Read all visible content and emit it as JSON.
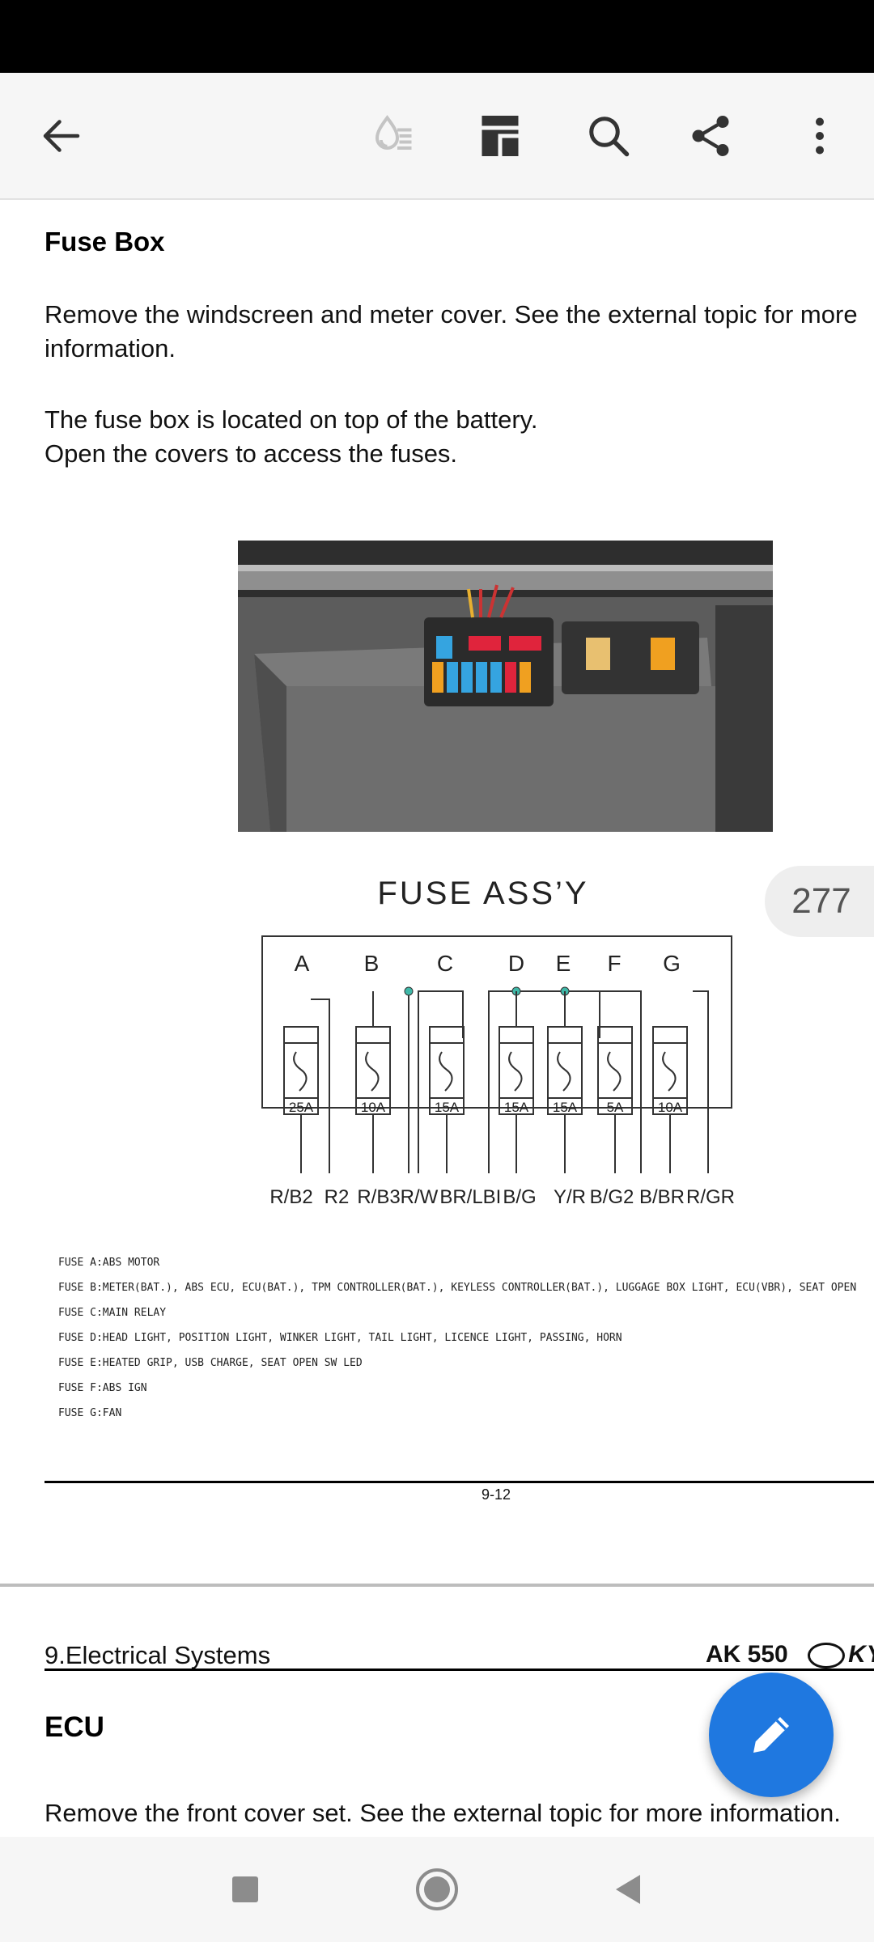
{
  "document": {
    "fuse_box_title": "Fuse Box",
    "para1": "Remove the windscreen and meter cover. See the external topic for more information.",
    "para2": "The fuse box is located on top of the battery.\nOpen the covers to access the fuses.",
    "diagram": {
      "title": "FUSE ASS’Y",
      "column_labels": [
        "A",
        "B",
        "C",
        "D",
        "E",
        "F",
        "G"
      ],
      "fuse_ratings": [
        "25A",
        "10A",
        "15A",
        "15A",
        "15A",
        "5A",
        "10A"
      ],
      "wire_labels": [
        "R/B2",
        "R2",
        "R/B3",
        "R/W",
        "BR/L",
        "BI",
        "B/G",
        "Y/R",
        "B/G2",
        "B/BR",
        "R/GR"
      ]
    },
    "fuse_list": [
      "FUSE A:ABS MOTOR",
      "FUSE B:METER(BAT.), ABS ECU, ECU(BAT.), TPM CONTROLLER(BAT.), KEYLESS CONTROLLER(BAT.), LUGGAGE BOX LIGHT, ECU(VBR), SEAT OPEN",
      "FUSE C:MAIN RELAY",
      "FUSE D:HEAD LIGHT, POSITION LIGHT, WINKER LIGHT, TAIL LIGHT, LICENCE LIGHT, PASSING, HORN",
      "FUSE E:HEATED GRIP, USB CHARGE, SEAT OPEN SW LED",
      "FUSE F:ABS IGN",
      "FUSE G:FAN"
    ],
    "page_number": "9-12",
    "page_badge": "277",
    "section_header": "9.Electrical Systems",
    "model": "AK 550",
    "brand": "KYMCO",
    "ecu_title": "ECU",
    "ecu_para": "Remove the front cover set. See the external topic for more information."
  },
  "colors": {
    "fab": "#1f78e0",
    "toolbar_bg": "#f6f6f6",
    "status_bar": "#000000"
  },
  "icons": {
    "toolbar": [
      "back-arrow-icon",
      "reading-mode-icon",
      "outline-icon",
      "search-icon",
      "share-icon",
      "more-vert-icon"
    ],
    "nav": [
      "recent-apps-icon",
      "home-icon",
      "back-triangle-icon"
    ],
    "fab": "pencil-icon"
  }
}
